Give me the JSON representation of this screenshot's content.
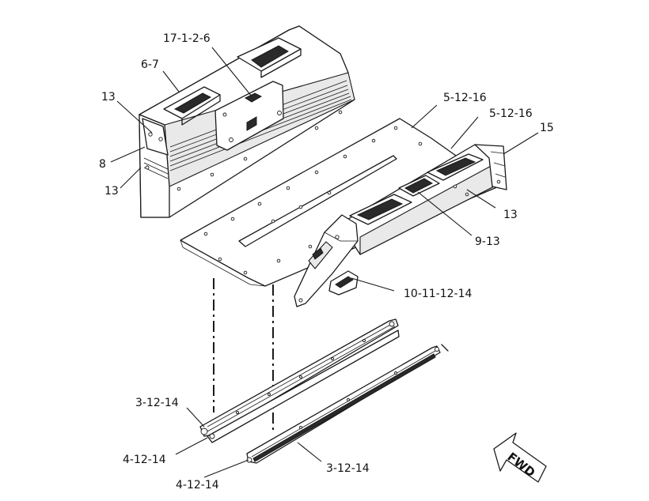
{
  "callouts": {
    "c17": "17-1-2-6",
    "c6": "6-7",
    "c13a": "13",
    "c8": "8",
    "c13b": "13",
    "c5a": "5-12-16",
    "c5b": "5-12-16",
    "c15": "15",
    "c13c": "13",
    "c9": "9-13",
    "c10": "10-11-12-14",
    "c3a": "3-12-14",
    "c4a": "4-12-14",
    "c4b": "4-12-14",
    "c3b": "3-12-14"
  },
  "fwd_label": "FWD"
}
